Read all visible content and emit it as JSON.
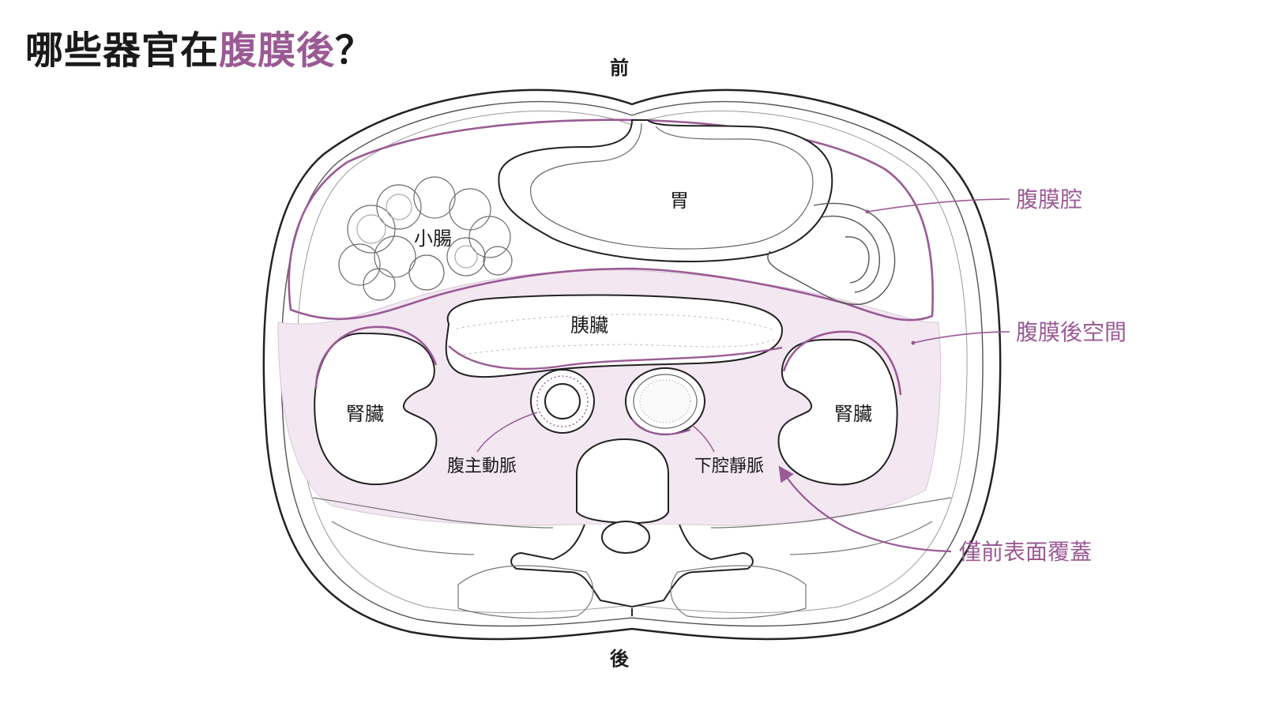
{
  "title": {
    "prefix": "哪些器官在",
    "highlight": "腹膜後",
    "suffix": "？"
  },
  "orientation": {
    "anterior": "前",
    "posterior": "後"
  },
  "organs": {
    "stomach": "胃",
    "small_intestine": "小腸",
    "pancreas": "胰臟",
    "kidney_left": "腎臟",
    "kidney_right": "腎臟",
    "aorta": "腹主動脈",
    "ivc": "下腔靜脈"
  },
  "callouts": {
    "peritoneal_cavity": "腹膜腔",
    "retroperitoneal_space": "腹膜後空間",
    "anterior_surface_only": "僅前表面覆蓋"
  },
  "colors": {
    "accent": "#9a5a94",
    "retro_fill": "#f3e8f2",
    "line": "#2a2a2a",
    "thin_line": "#8a8a8a"
  }
}
